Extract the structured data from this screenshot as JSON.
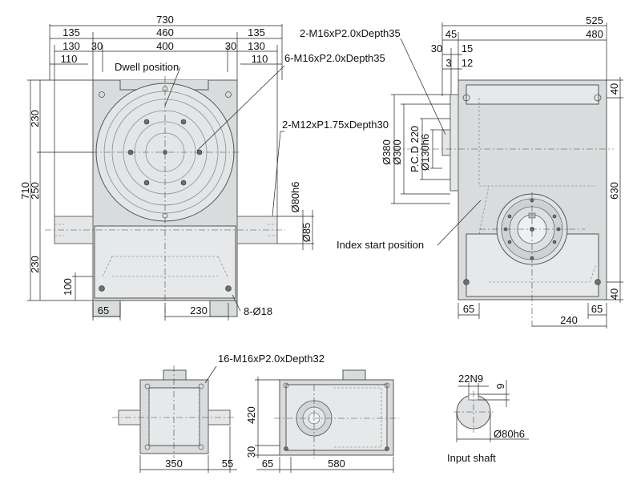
{
  "front_view": {
    "top_dims": [
      "730",
      "135",
      "460",
      "135",
      "130",
      "30",
      "400",
      "30",
      "130",
      "110",
      "110"
    ],
    "left_dims": [
      "710",
      "230",
      "250",
      "230",
      "100"
    ],
    "right_dims": [
      "Ø80h6",
      "Ø85"
    ],
    "bottom_dims": [
      "65",
      "230"
    ],
    "labels": {
      "dwell": "Dwell position",
      "table_holes": "6-M16xP2.0xDepth35",
      "shaft_holes": "2-M12xP1.75xDepth30",
      "mount_holes": "8-Ø18"
    }
  },
  "side_view": {
    "top_dims": [
      "525",
      "45",
      "480",
      "30",
      "15",
      "3",
      "12"
    ],
    "left_dims": [
      "Ø380",
      "Ø300",
      "P.C.D 220",
      "Ø130h6"
    ],
    "right_dims": [
      "40",
      "630",
      "40"
    ],
    "bottom_dims": [
      "65",
      "65",
      "240"
    ],
    "labels": {
      "top_holes": "2-M16xP2.0xDepth35",
      "index_start": "Index start position"
    }
  },
  "top_view": {
    "label": "16-M16xP2.0xDepth32",
    "dims": [
      "350",
      "55"
    ]
  },
  "back_view": {
    "dims": [
      "420",
      "30",
      "65",
      "580"
    ]
  },
  "input_shaft": {
    "dims": [
      "22N9",
      "9",
      "Ø80h6"
    ],
    "label": "Input shaft"
  },
  "colors": {
    "body": "#d9dcdd",
    "line": "#222222"
  }
}
